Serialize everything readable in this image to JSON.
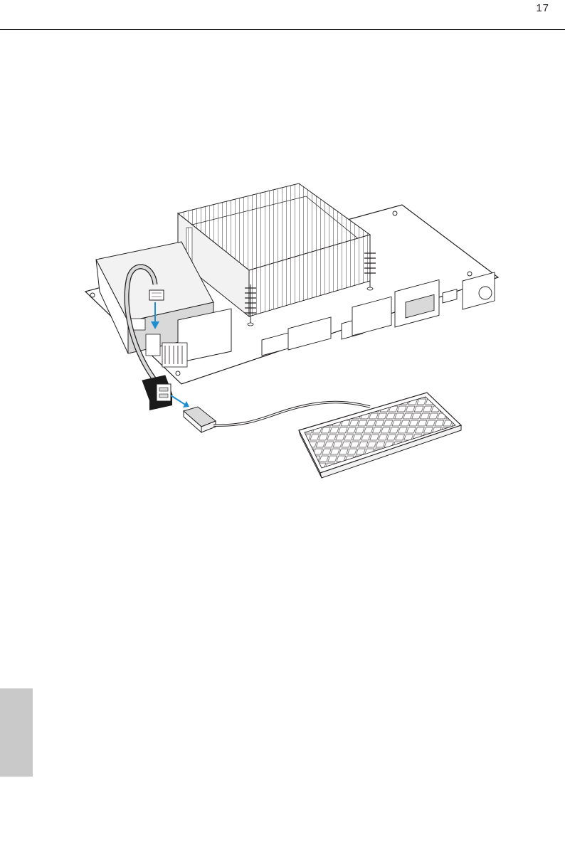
{
  "page": {
    "number": "17"
  },
  "colors": {
    "line": "#231f20",
    "arrow": "#1d8fd0",
    "tab": "#c9c9ca",
    "fill_light": "#f2f2f2",
    "fill_mid": "#d9d9d9",
    "fill_dark": "#1a1a1a"
  },
  "figure": {
    "components": [
      "motherboard",
      "heatsink",
      "usb-header-cable",
      "usb-adapter",
      "usb-plug",
      "keyboard"
    ],
    "icons": [
      "down-arrow-icon",
      "right-arrow-icon"
    ]
  }
}
